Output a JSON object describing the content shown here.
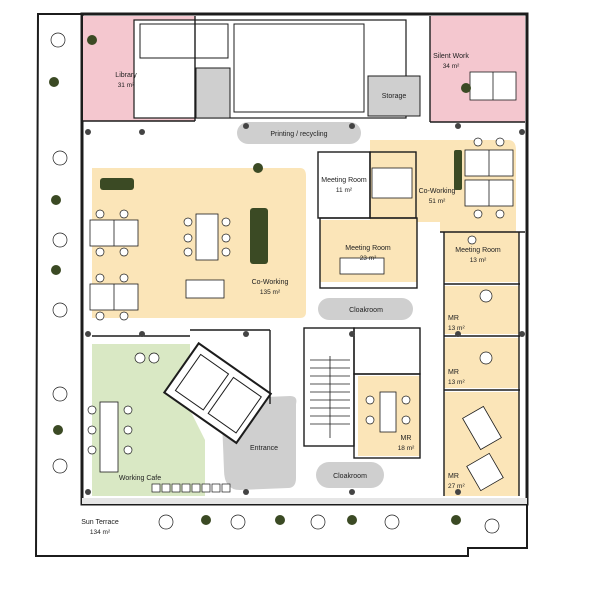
{
  "colors": {
    "pink": "#f4c7cf",
    "yellow": "#fbe5b8",
    "green": "#d9e8c4",
    "gray": "#cfcfcf",
    "wall": "#1c1c1c",
    "plant": "#3b4a24"
  },
  "rooms": {
    "library": {
      "name": "Library",
      "area": "31 m²"
    },
    "silent_work": {
      "name": "Silent Work",
      "area": "34 m²"
    },
    "storage": {
      "name": "Storage"
    },
    "printing": {
      "name": "Printing / recycling"
    },
    "coworking_big": {
      "name": "Co-Working",
      "area": "135 m²"
    },
    "meeting_small": {
      "name": "Meeting Room",
      "area": "11 m²"
    },
    "coworking_51": {
      "name": "Co-Working",
      "area": "51 m²"
    },
    "meeting_23": {
      "name": "Meeting Room",
      "area": "23 m²"
    },
    "meeting_13": {
      "name": "Meeting Room",
      "area": "13 m²"
    },
    "cloakroom_top": {
      "name": "Cloakroom"
    },
    "mr_13a": {
      "name": "MR",
      "area": "13 m²"
    },
    "mr_13b": {
      "name": "MR",
      "area": "13 m²"
    },
    "entrance": {
      "name": "Entrance"
    },
    "mr_18": {
      "name": "MR",
      "area": "18 m²"
    },
    "mr_27": {
      "name": "MR",
      "area": "27 m²"
    },
    "cloakroom_bot": {
      "name": "Cloakroom"
    },
    "working_cafe": {
      "name": "Working Cafe"
    },
    "sun_terrace": {
      "name": "Sun Terrace",
      "area": "134 m²"
    }
  }
}
